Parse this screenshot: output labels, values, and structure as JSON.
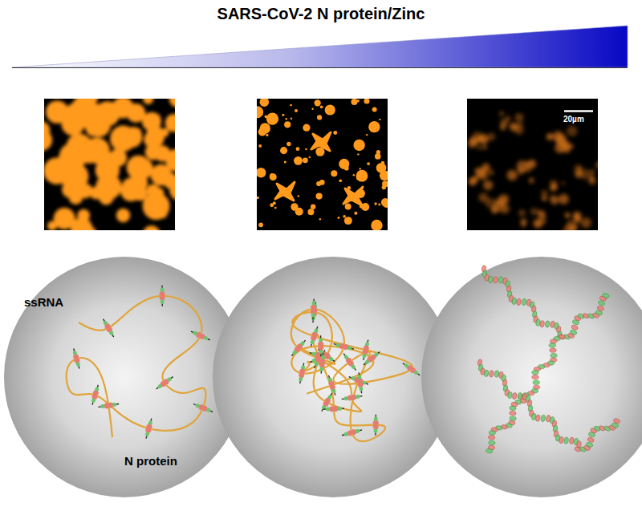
{
  "diagram": {
    "title": "SARS-CoV-2 N protein/Zinc",
    "labels": [
      "20µm",
      "ssRNA",
      "N protein"
    ]
  }
}
